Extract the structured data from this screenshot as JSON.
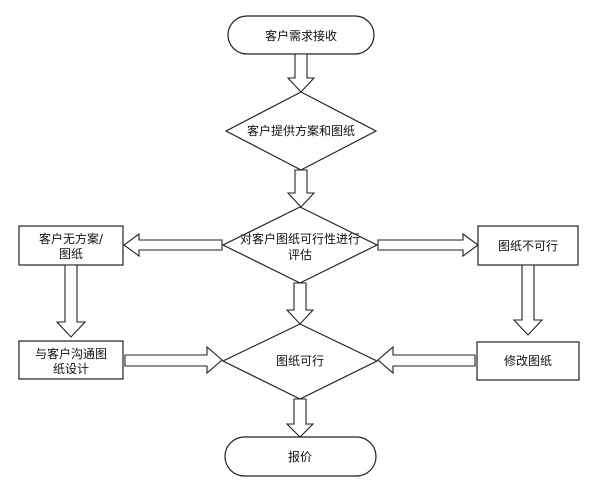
{
  "diagram": {
    "nodes": {
      "start": {
        "line1": "客户需求接收"
      },
      "provide": {
        "line1": "客户提供方案和图纸"
      },
      "evaluate": {
        "line1": "对客户图纸可行性进行",
        "line2": "评估"
      },
      "no_plan": {
        "line1": "客户无方案/",
        "line2": "图纸"
      },
      "not_feasible": {
        "line1": "图纸不可行"
      },
      "communicate": {
        "line1": "与客户沟通图",
        "line2": "纸设计"
      },
      "feasible": {
        "line1": "图纸可行"
      },
      "modify": {
        "line1": "修改图纸"
      },
      "quote": {
        "line1": "报价"
      }
    }
  }
}
